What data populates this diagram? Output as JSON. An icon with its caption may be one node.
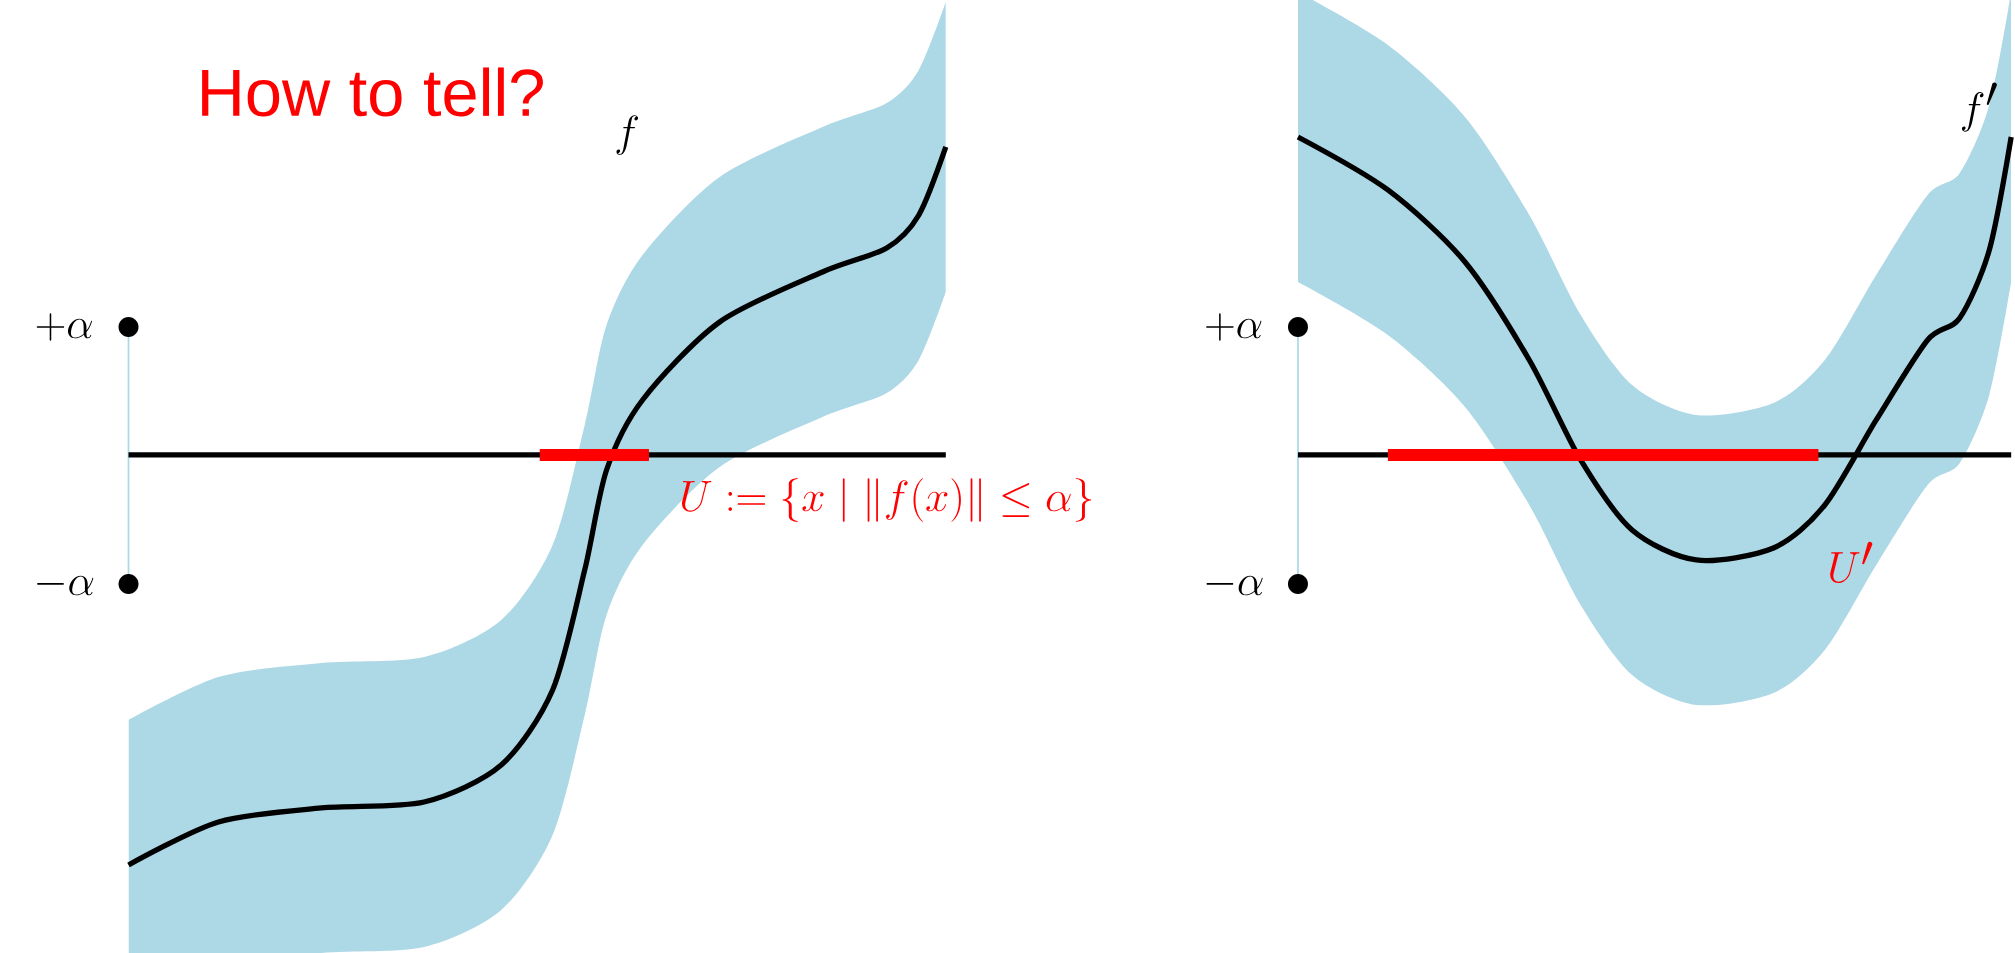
{
  "diagram": {
    "labels": [
      "How to tell?",
      "f",
      "+\\alpha",
      "-\\alpha",
      "U := \\{x \\mid \\|f(x)\\| \\le \\alpha\\}",
      "f'",
      "+\\alpha",
      "-\\alpha",
      "U'"
    ]
  }
}
